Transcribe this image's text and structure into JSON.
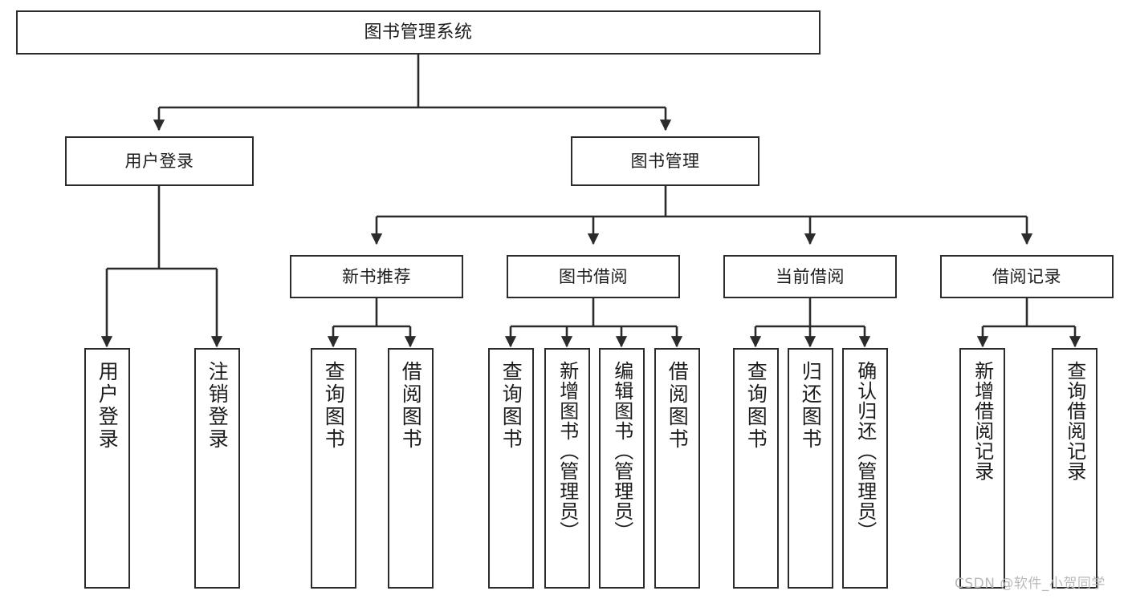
{
  "diagram": {
    "title": "图书管理系统",
    "watermark": "CSDN @软件_小贺同学",
    "line_color": "#2b2b2b",
    "box_border_color": "#2b2b2b",
    "box_fill_color": "#ffffff",
    "text_color": "#1c1c1c",
    "watermark_color": "#b9b9b9"
  },
  "nodes": {
    "root": {
      "label": "图书管理系统"
    },
    "level1": [
      {
        "label": "用户登录"
      },
      {
        "label": "图书管理"
      }
    ],
    "level2": [
      {
        "label": "新书推荐"
      },
      {
        "label": "图书借阅"
      },
      {
        "label": "当前借阅"
      },
      {
        "label": "借阅记录"
      }
    ],
    "leaves": {
      "user_login": [
        {
          "label": "用户登录"
        },
        {
          "label": "注销登录"
        }
      ],
      "new_book_recommend": [
        {
          "label": "查询图书"
        },
        {
          "label": "借阅图书"
        }
      ],
      "book_borrow": [
        {
          "label": "查询图书"
        },
        {
          "label": "新增图书（管理员）"
        },
        {
          "label": "编辑图书（管理员）"
        },
        {
          "label": "借阅图书"
        }
      ],
      "current_borrow": [
        {
          "label": "查询图书"
        },
        {
          "label": "归还图书"
        },
        {
          "label": "确认归还（管理员）"
        }
      ],
      "borrow_record": [
        {
          "label": "新增借阅记录"
        },
        {
          "label": "查询借阅记录"
        }
      ]
    }
  }
}
